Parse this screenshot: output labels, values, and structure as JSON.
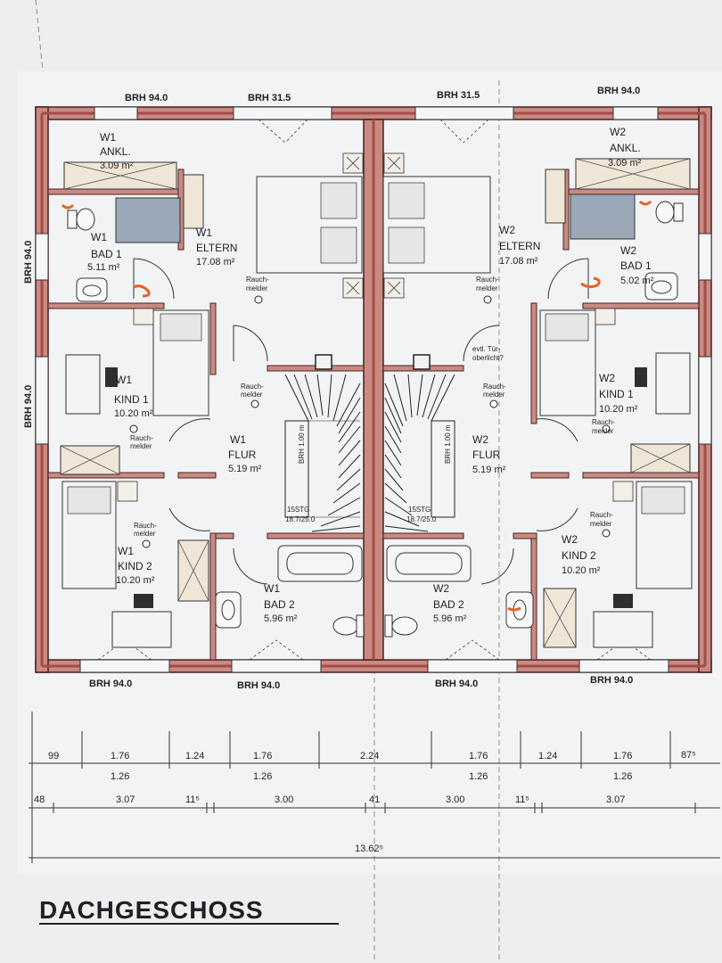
{
  "plan": {
    "title": "DACHGESCHOSS",
    "colors": {
      "wall": "#a24d48",
      "wall_fill": "#c98a82",
      "wall_line": "#4a2020",
      "paper": "#f2f3f4",
      "tile": "#9aa8b8",
      "note_orange": "#e3622a"
    },
    "brh_labels": {
      "top_left_1": "BRH 94.0",
      "top_left_2": "BRH 31.5",
      "top_right_1": "BRH 31.5",
      "top_right_2": "BRH 94.0",
      "left_1": "BRH 94.0",
      "left_2": "BRH 94.0",
      "bottom_1": "BRH 94.0",
      "bottom_2": "BRH 94.0",
      "bottom_3": "BRH 94.0",
      "bottom_4": "BRH 94.0"
    },
    "w1": {
      "ankl": {
        "unit": "W1",
        "name": "ANKL.",
        "area": "3.09 m²"
      },
      "eltern": {
        "unit": "W1",
        "name": "ELTERN",
        "area": "17.08 m²"
      },
      "bad1": {
        "unit": "W1",
        "name": "BAD 1",
        "area": "5.11 m²"
      },
      "kind1": {
        "unit": "W1",
        "name": "KIND 1",
        "area": "10.20 m²"
      },
      "flur": {
        "unit": "W1",
        "name": "FLUR",
        "area": "5.19 m²"
      },
      "kind2": {
        "unit": "W1",
        "name": "KIND 2",
        "area": "10.20 m²"
      },
      "bad2": {
        "unit": "W1",
        "name": "BAD 2",
        "area": "5.96 m²"
      },
      "stairs": {
        "dim": "BRH 1.00 m",
        "steps": "15STG",
        "rise": "18.7/25.0"
      }
    },
    "w2": {
      "ankl": {
        "unit": "W2",
        "name": "ANKL.",
        "area": "3.09 m²"
      },
      "eltern": {
        "unit": "W2",
        "name": "ELTERN",
        "area": "17.08 m²"
      },
      "bad1": {
        "unit": "W2",
        "name": "BAD 1",
        "area": "5.02 m²"
      },
      "kind1": {
        "unit": "W2",
        "name": "KIND 1",
        "area": "10.20 m²"
      },
      "flur": {
        "unit": "W2",
        "name": "FLUR",
        "area": "5.19 m²"
      },
      "kind2": {
        "unit": "W2",
        "name": "KIND 2",
        "area": "10.20 m²"
      },
      "bad2": {
        "unit": "W2",
        "name": "BAD 2",
        "area": "5.96 m²"
      },
      "stairs": {
        "dim": "BRH 1.00 m",
        "steps": "15STG",
        "rise": "18.7/25.0"
      }
    },
    "rauchmelder": [
      "Rauch-",
      "melder"
    ],
    "note": [
      "evtl. Tür-",
      "oberlicht?"
    ],
    "dims_row1": [
      "99",
      "1.76",
      "1.24",
      "1.76",
      "2.24",
      "1.76",
      "1.24",
      "1.76",
      "87⁵"
    ],
    "dims_row1b": [
      "1.26",
      "1.26",
      "1.26",
      "1.26"
    ],
    "dims_row2": [
      "48",
      "3.07",
      "11⁵",
      "3.00",
      "41",
      "3.00",
      "11⁵",
      "3.07"
    ],
    "dims_total": "13.62⁵"
  }
}
